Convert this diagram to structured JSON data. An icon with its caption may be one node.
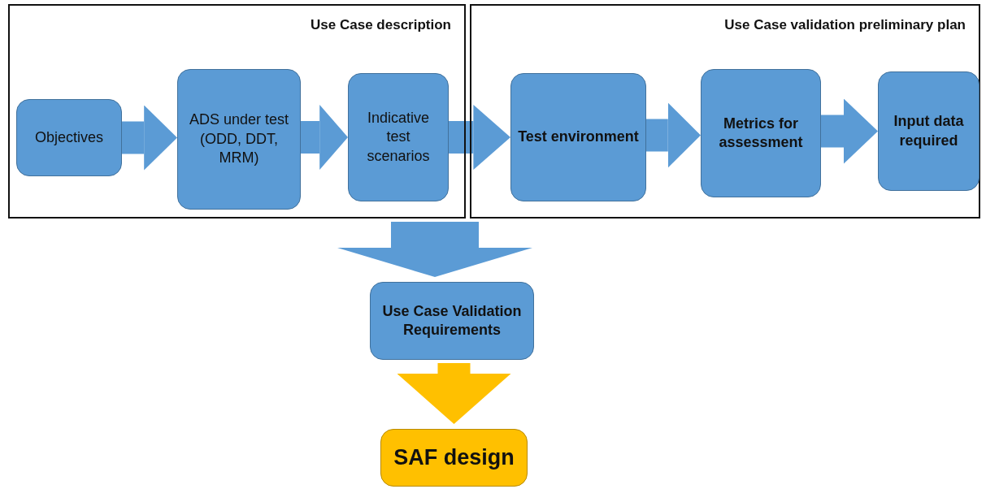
{
  "diagram": {
    "nodes": [
      {
        "text": [
          "Use Case description"
        ]
      },
      {
        "text": [
          "Objectives"
        ],
        "in": 0
      },
      {
        "text": [
          "ADS under test (ODD, DDT, MRM)"
        ],
        "in": 0
      },
      {
        "text": [
          "Indicative test scenarios"
        ],
        "in": 0
      },
      {
        "text": [
          "Use Case validation preliminary plan"
        ]
      },
      {
        "text": [
          "Test environment"
        ],
        "in": 4
      },
      {
        "text": [
          "Metrics for assessment"
        ],
        "in": 4
      },
      {
        "text": [
          "Input data required"
        ],
        "in": 4
      },
      {
        "text": [
          "Use Case Validation Requirements"
        ]
      },
      {
        "text": [
          "SAF design"
        ]
      }
    ],
    "edges": [
      {
        "from": 1,
        "to": 2,
        "arrow": "to"
      },
      {
        "from": 2,
        "to": 3,
        "arrow": "to"
      },
      {
        "from": 3,
        "to": 5,
        "arrow": "to"
      },
      {
        "from": 5,
        "to": 6,
        "arrow": "to"
      },
      {
        "from": 6,
        "to": 7,
        "arrow": "to"
      },
      {
        "from": 0,
        "to": 8,
        "arrow": "to",
        "style": "thick"
      },
      {
        "from": 8,
        "to": 9,
        "arrow": "to",
        "color": "#ffc000"
      }
    ]
  }
}
